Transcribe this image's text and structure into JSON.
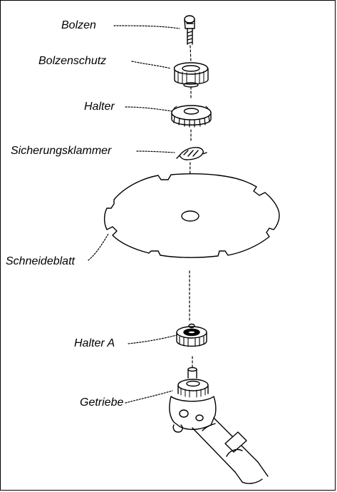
{
  "diagram": {
    "labels": {
      "bolzen": "Bolzen",
      "bolzenschutz": "Bolzenschutz",
      "halter": "Halter",
      "sicherungsklammer": "Sicherungsklammer",
      "schneideblatt": "Schneideblatt",
      "halter_a": "Halter A",
      "getriebe": "Getriebe"
    },
    "colors": {
      "ink": "#000000",
      "paper": "#ffffff"
    }
  }
}
